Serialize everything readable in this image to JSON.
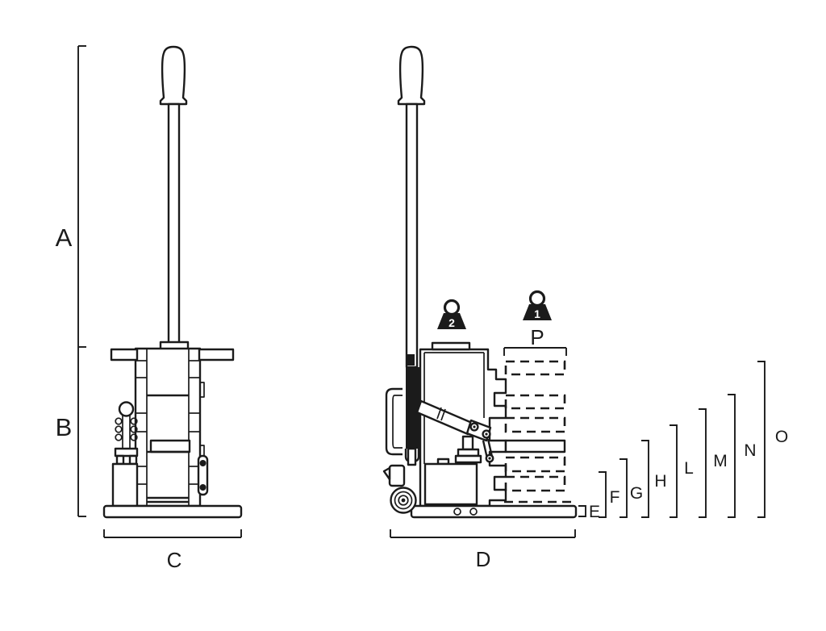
{
  "diagram": {
    "background_color": "#ffffff",
    "line_color": "#1b1b1b",
    "views": [
      {
        "id": "front",
        "name": "front view",
        "dimension_labels": [
          "A",
          "B",
          "C"
        ]
      },
      {
        "id": "side",
        "name": "side view",
        "dimension_labels": [
          "D",
          "P",
          "E",
          "F",
          "G",
          "H",
          "L",
          "M",
          "N",
          "O"
        ]
      }
    ],
    "labels": {
      "A": "A",
      "B": "B",
      "C": "C",
      "D": "D",
      "E": "E",
      "F": "F",
      "G": "G",
      "H": "H",
      "L": "L",
      "M": "M",
      "N": "N",
      "O": "O",
      "P": "P"
    },
    "load_markers": [
      {
        "icon": "weight-icon",
        "value": "2"
      },
      {
        "icon": "weight-icon",
        "value": "1"
      }
    ]
  }
}
